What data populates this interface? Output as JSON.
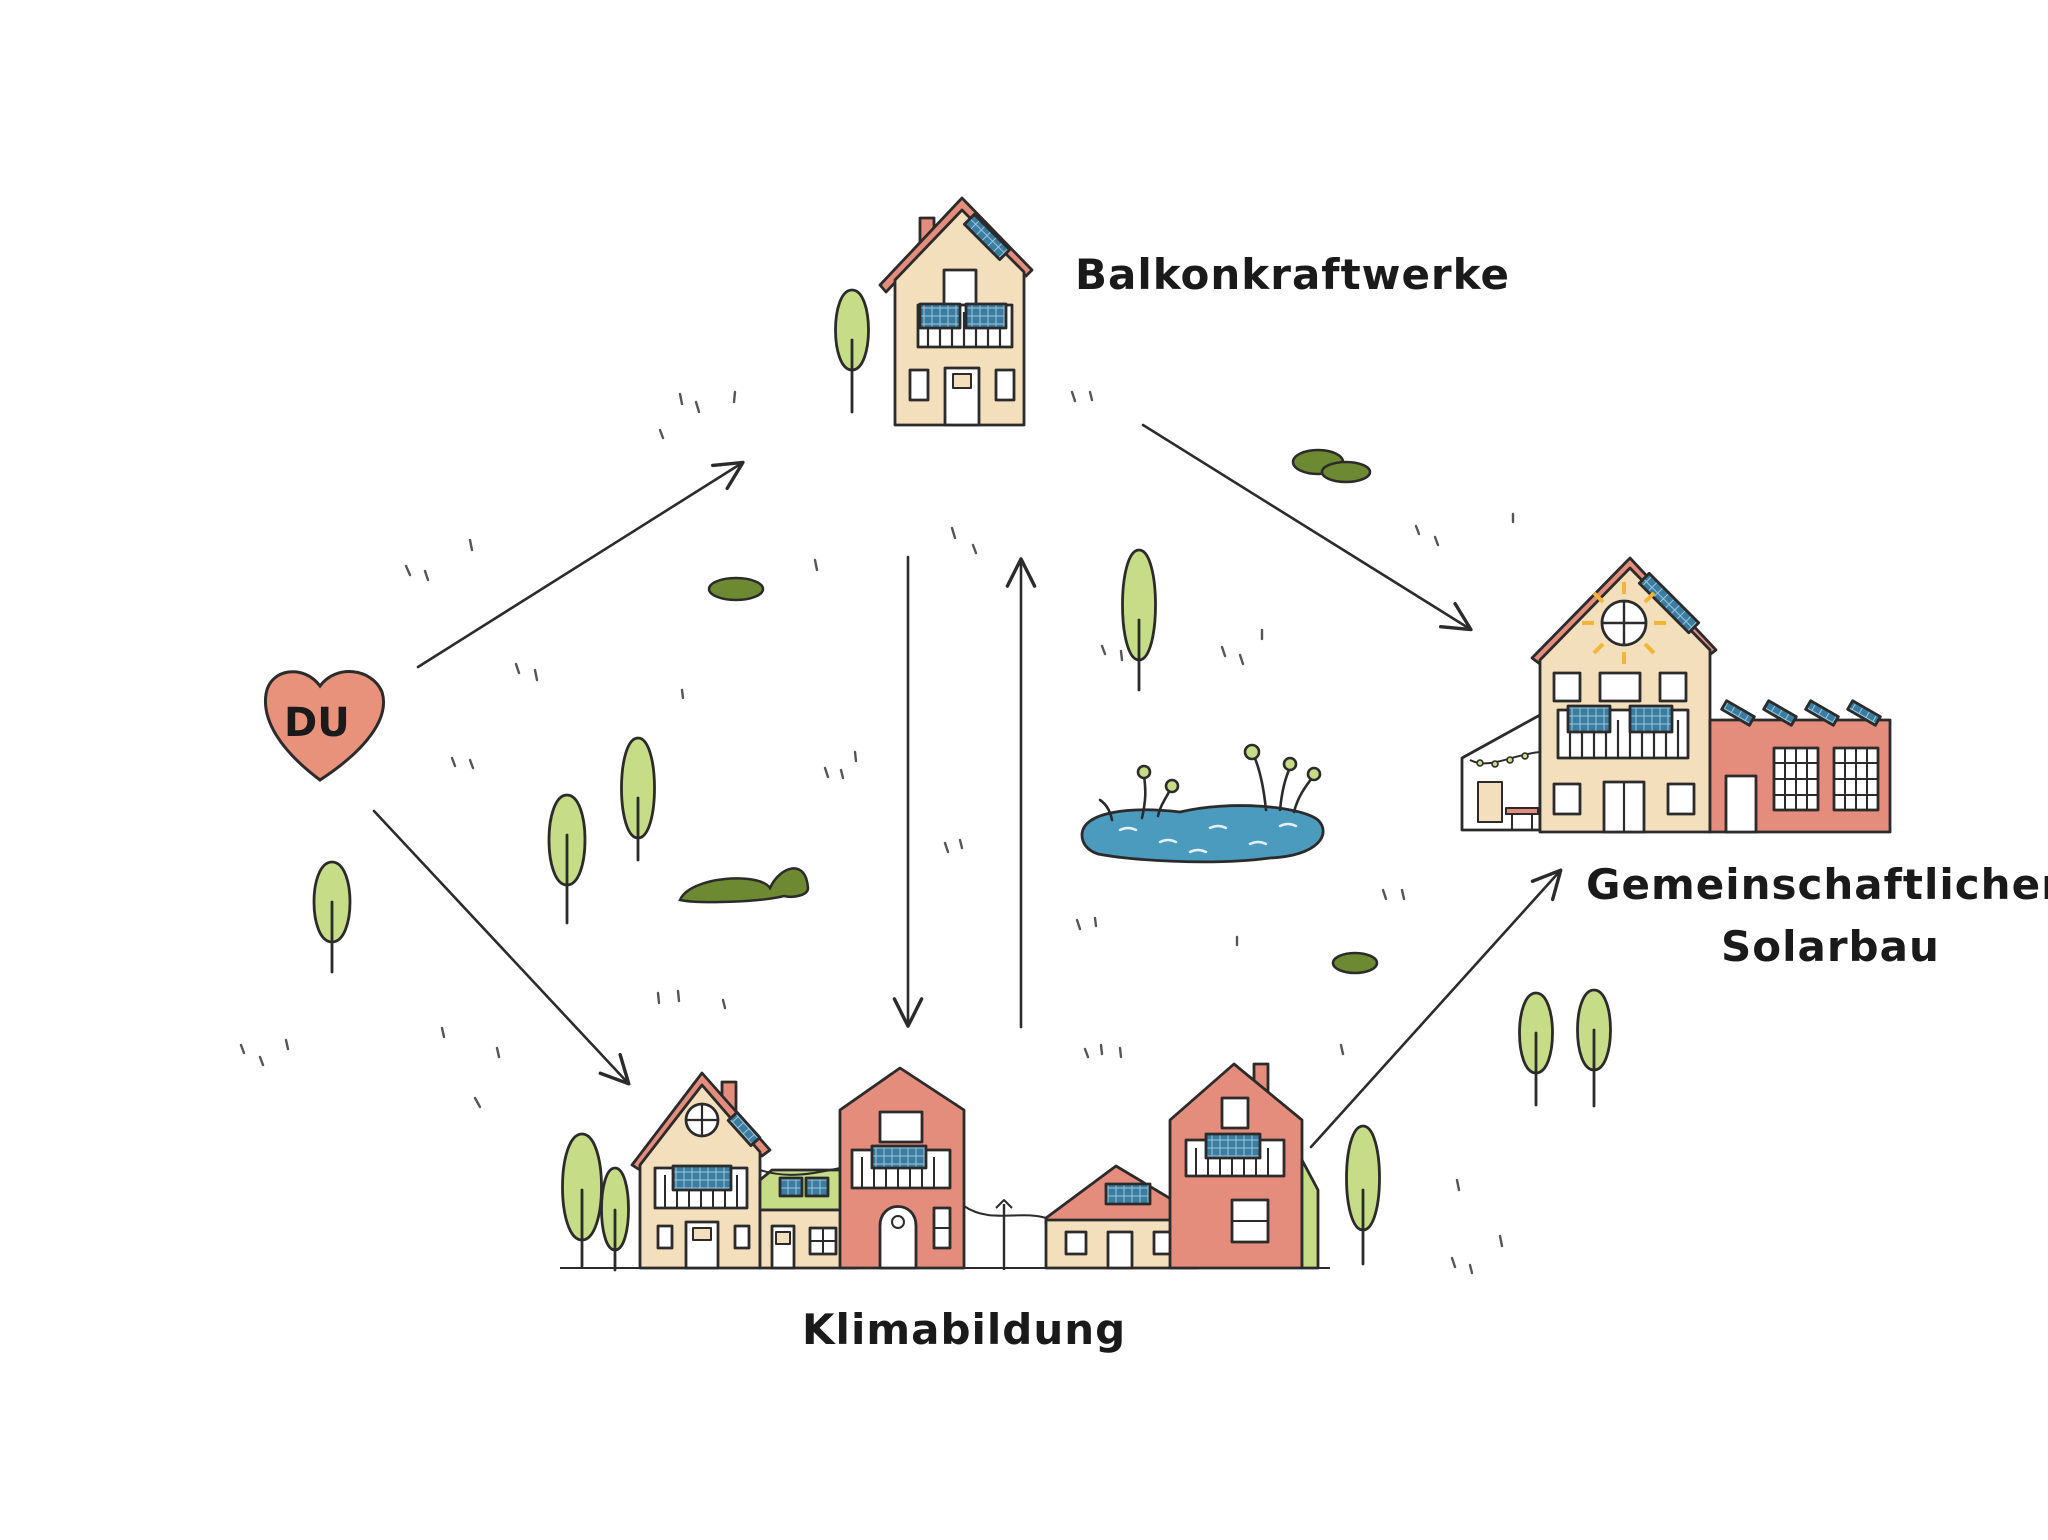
{
  "nodes": {
    "you": {
      "label": "DU"
    },
    "balcony": {
      "label": "Balkonkraftwerke"
    },
    "community": {
      "line1": "Gemeinschaftlicher",
      "line2": "Solarbau"
    },
    "education": {
      "label": "Klimabildung"
    }
  },
  "colors": {
    "heart": "#e8917b",
    "house_beige": "#f4dfbd",
    "house_red": "#e58d7c",
    "tree": "#c6dc86",
    "bush": "#6d8a32",
    "pond": "#4b9bbf",
    "solar": "#3b7da0",
    "sun": "#f2b535",
    "ink": "#2b2b2b"
  }
}
